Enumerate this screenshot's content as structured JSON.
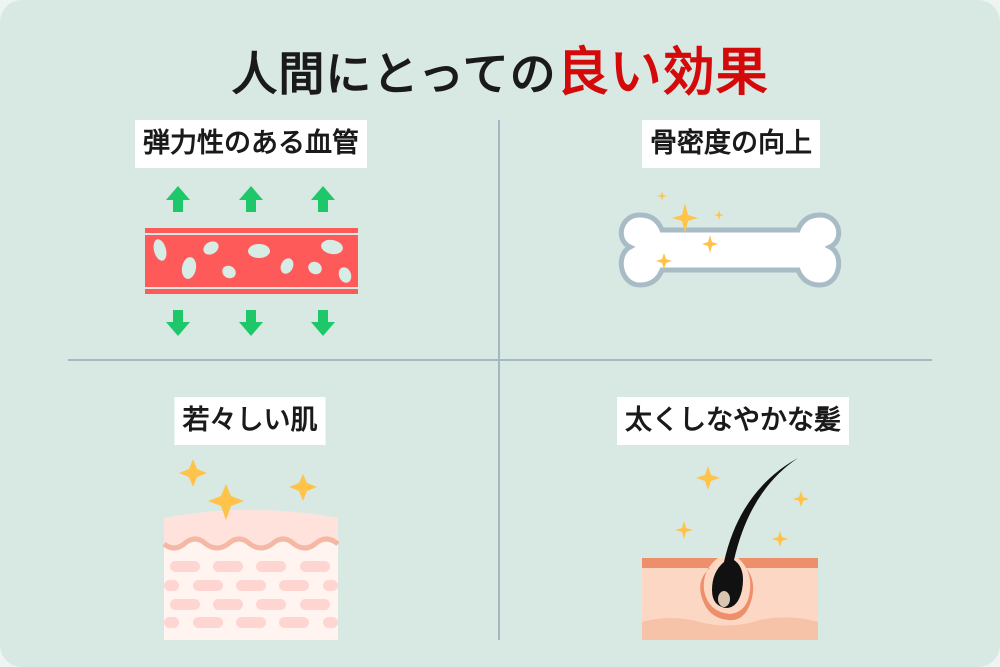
{
  "title": {
    "prefix": "人間にとっての",
    "accent": "良い効果"
  },
  "colors": {
    "background": "#d8e8e2",
    "accent": "#d40a0a",
    "divider": "#a3b8c2",
    "arrow": "#1ec86a",
    "vessel": "#ff5a5a",
    "sparkle": "#ffc34a"
  },
  "panels": [
    {
      "label": "弾力性のある血管",
      "icon": "blood-vessel-icon"
    },
    {
      "label": "骨密度の向上",
      "icon": "bone-icon"
    },
    {
      "label": "若々しい肌",
      "icon": "skin-layers-icon"
    },
    {
      "label": "太くしなやかな髪",
      "icon": "hair-follicle-icon"
    }
  ]
}
